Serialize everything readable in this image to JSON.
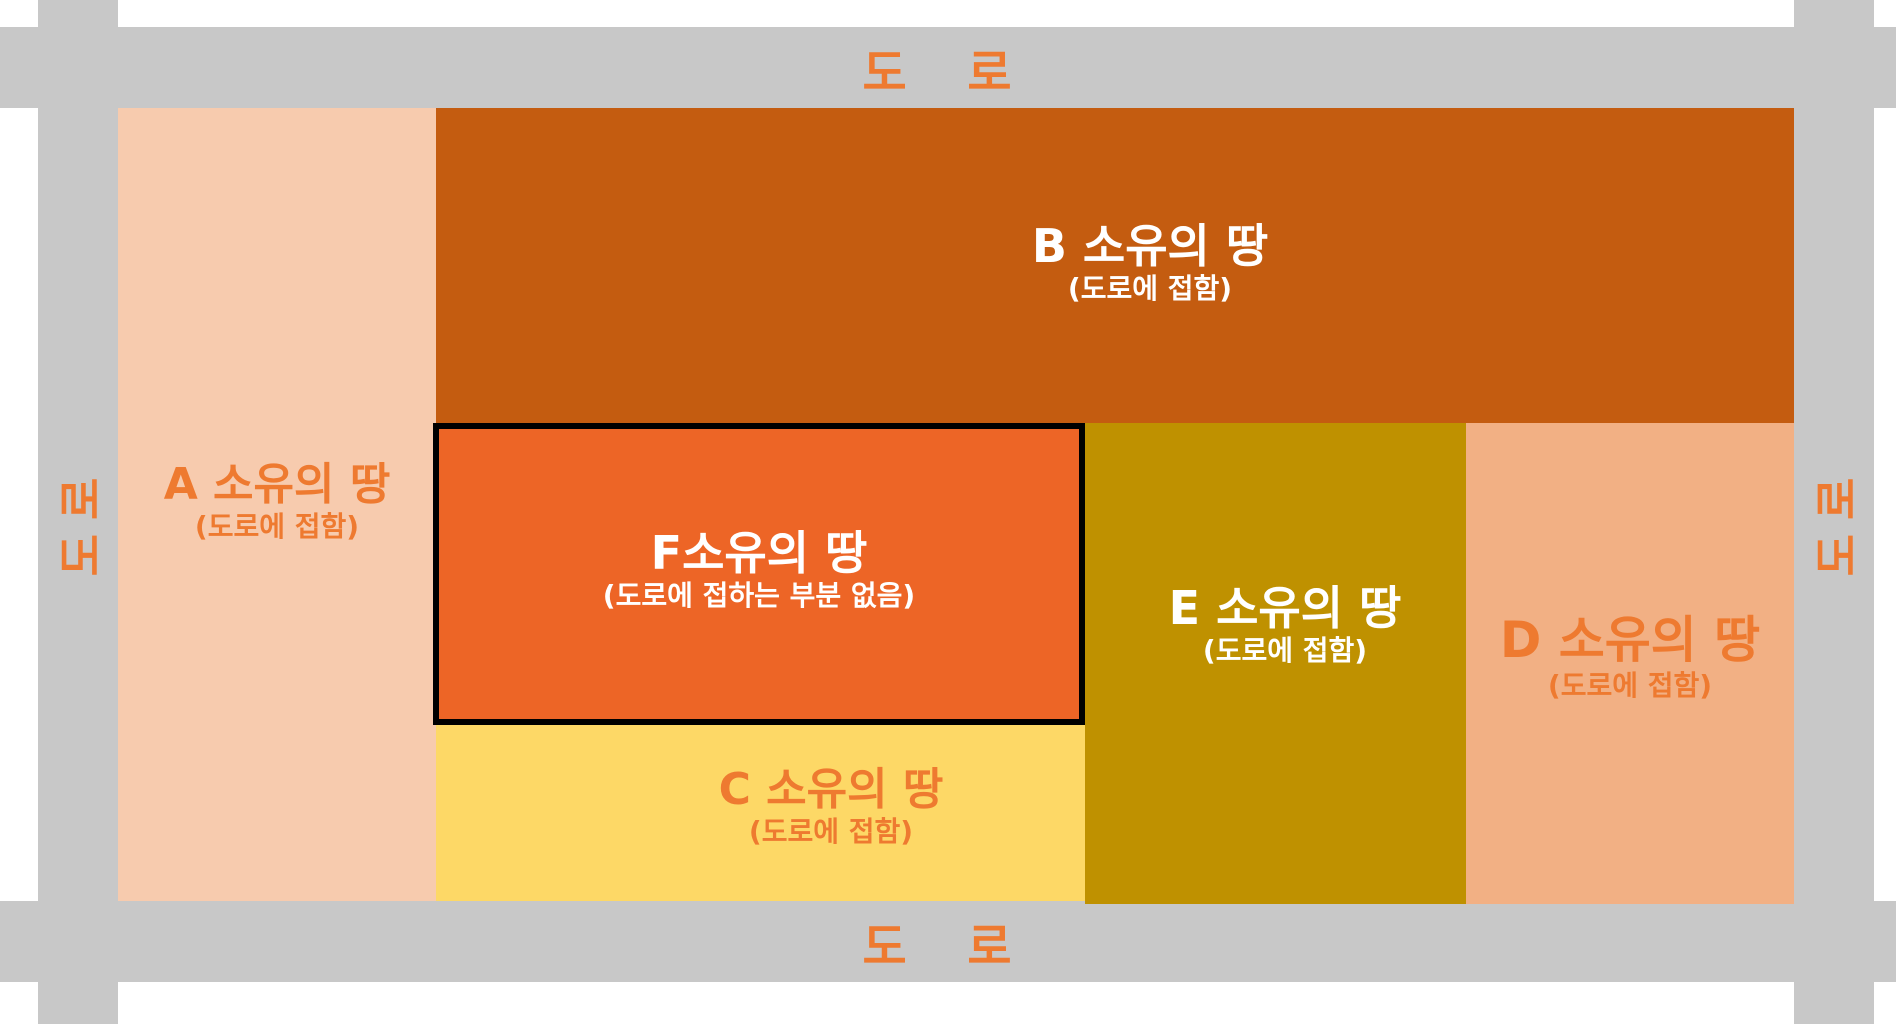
{
  "colors": {
    "road": "#c8c8c8",
    "road_label": "#ee7a30",
    "land_a": "#f7cbae",
    "land_b": "#c45c10",
    "land_c": "#fdd866",
    "land_d": "#f2b084",
    "land_e": "#bf9100",
    "land_f": "#ed6526",
    "land_f_border": "#000000"
  },
  "roads": {
    "top": "도 로",
    "bottom": "도 로",
    "left": "도로",
    "right": "도로"
  },
  "lands": {
    "a": {
      "name": "A 소유의 땅",
      "note": "(도로에 접함)"
    },
    "b": {
      "name": "B 소유의 땅",
      "note": "(도로에 접함)"
    },
    "c": {
      "name": "C 소유의 땅",
      "note": "(도로에 접함)"
    },
    "d": {
      "name": "D 소유의 땅",
      "note": "(도로에 접함)"
    },
    "e": {
      "name": "E 소유의 땅",
      "note": "(도로에 접함)"
    },
    "f": {
      "name": "F소유의 땅",
      "note": "(도로에 접하는 부분 없음)"
    }
  }
}
